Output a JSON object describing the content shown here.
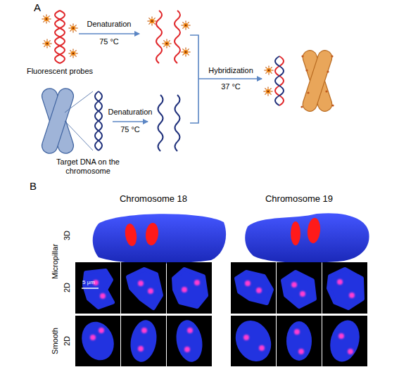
{
  "diagram": {
    "labels": [
      "A",
      "Denaturation",
      "75 °C",
      "Fluorescent probes",
      "Hybridization",
      "37 °C",
      "Denaturation",
      "75 °C",
      "Target DNA on the chromosome",
      "B",
      "Chromosome 18",
      "Chromosome 19",
      "3D",
      "Micropillar",
      "2D",
      "5 μm",
      "Smooth",
      "2D"
    ]
  }
}
